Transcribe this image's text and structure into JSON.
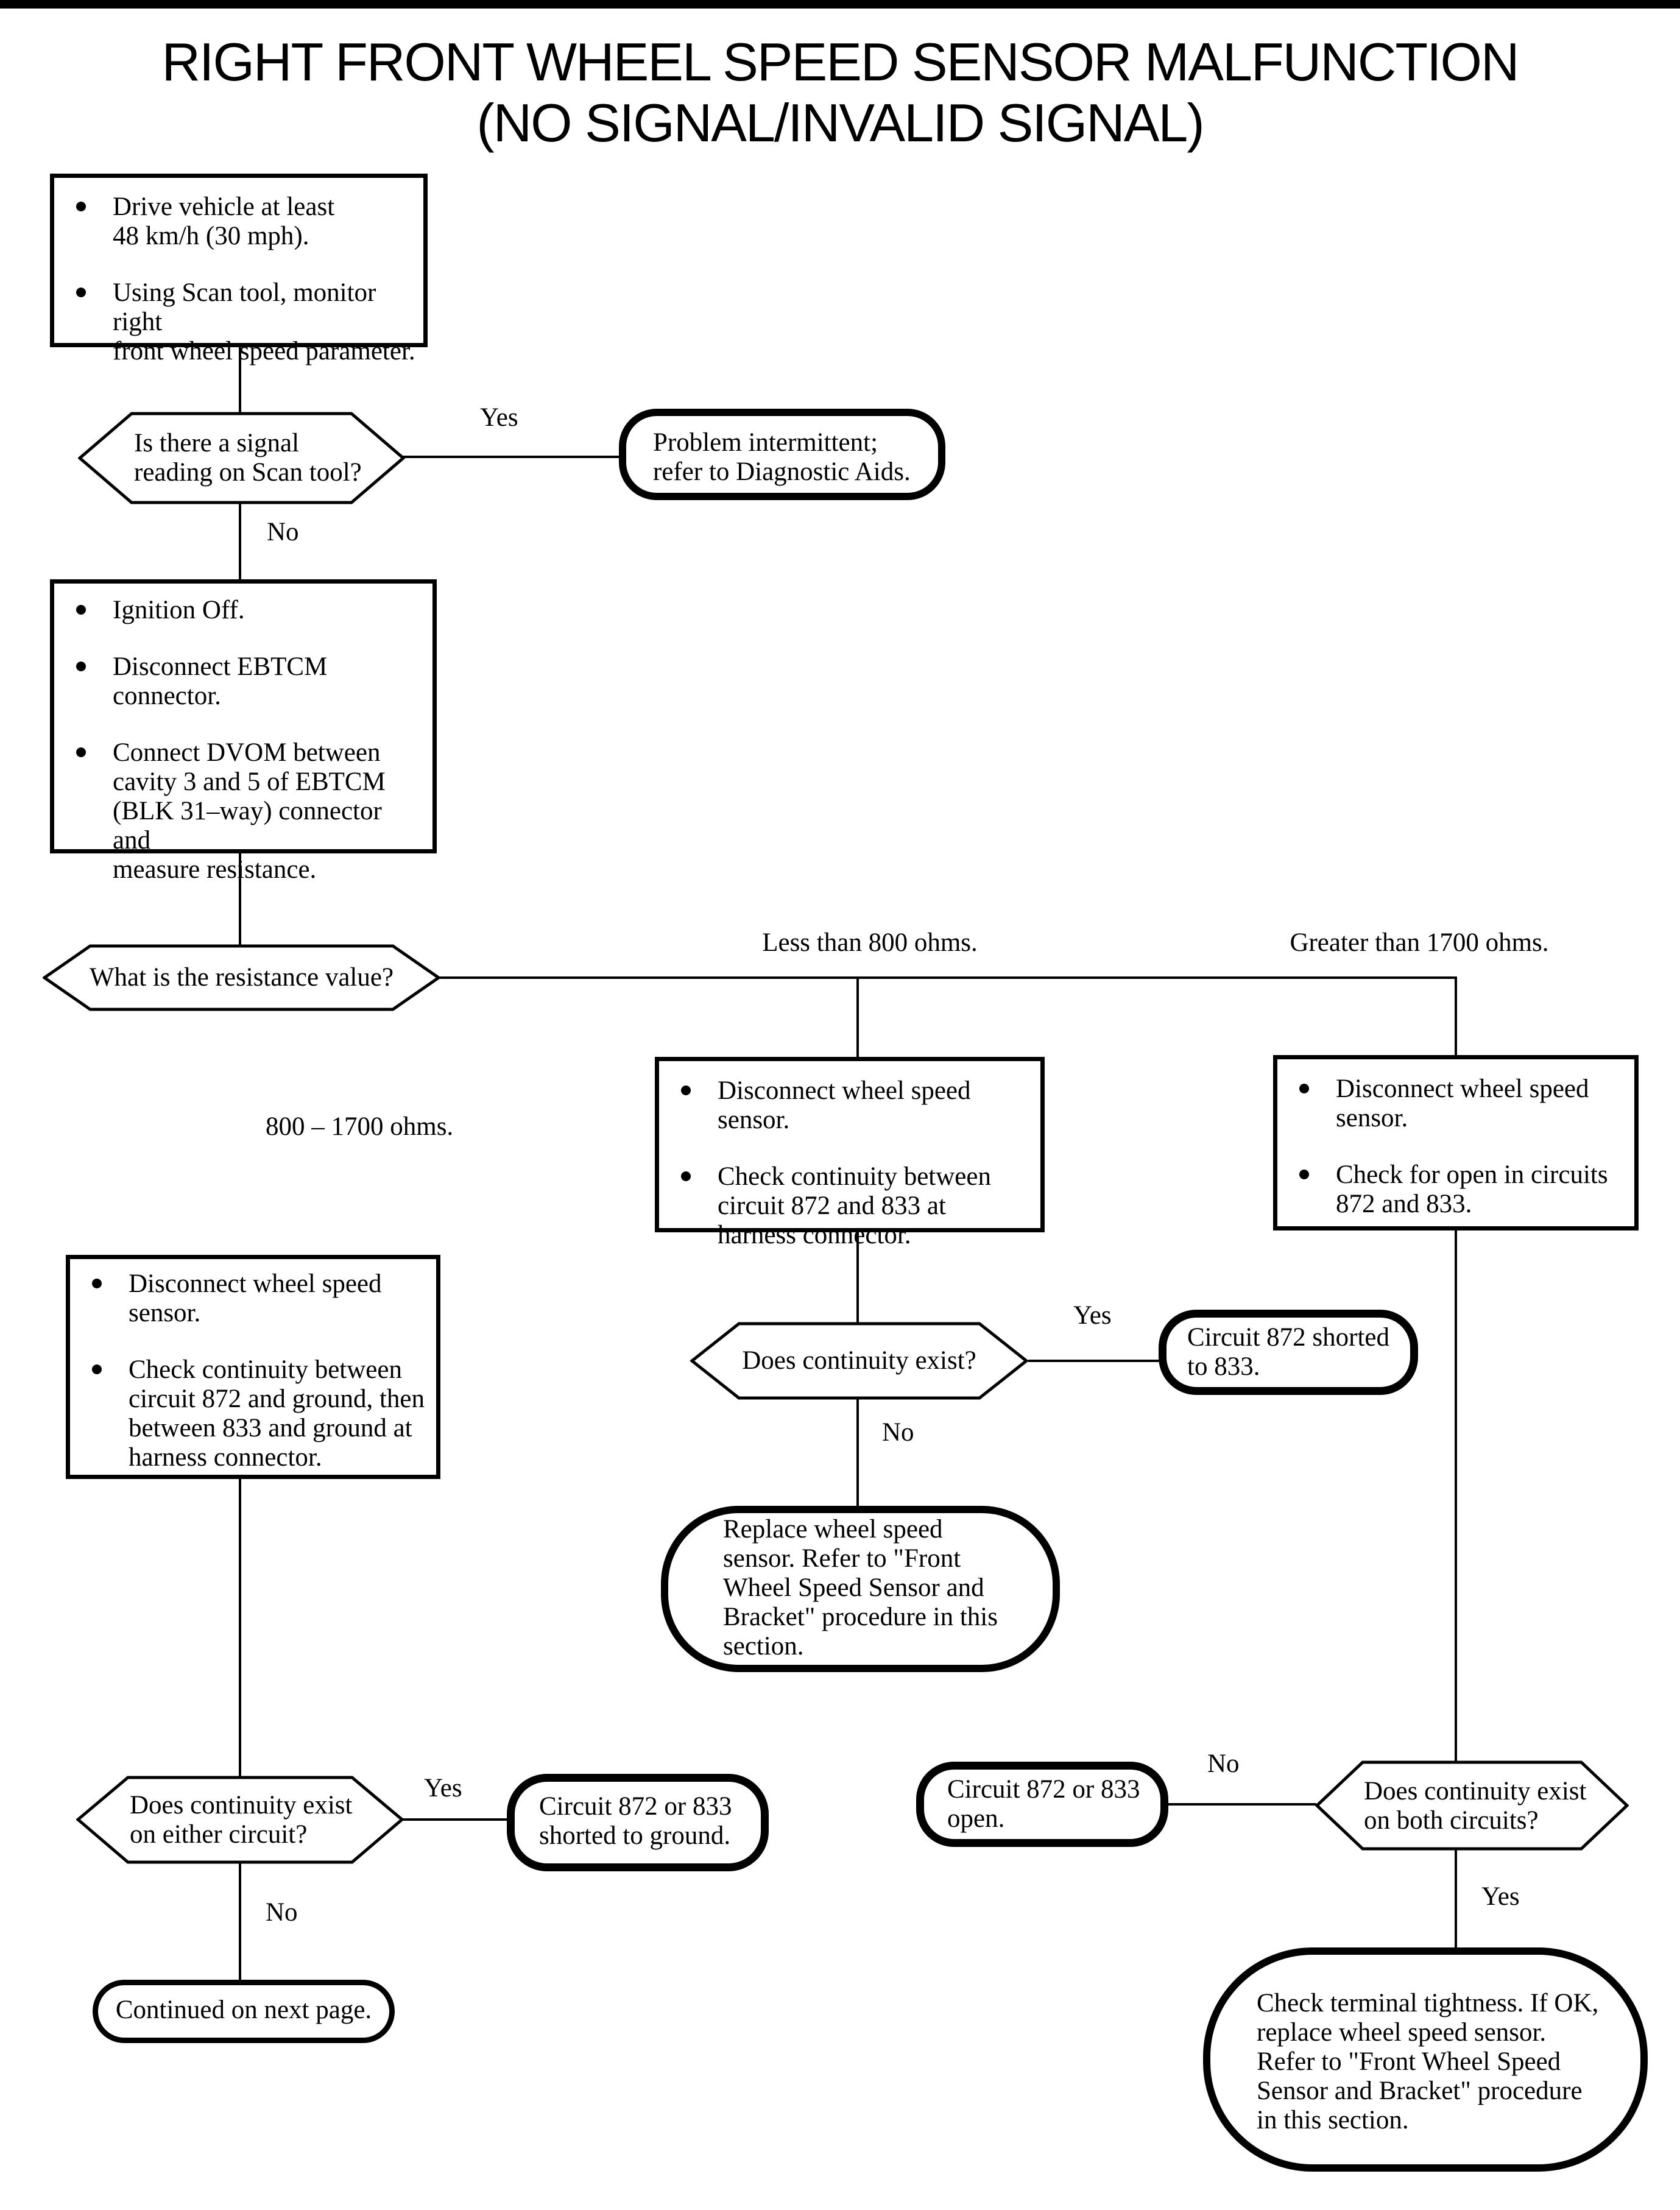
{
  "title": "RIGHT FRONT WHEEL SPEED SENSOR MALFUNCTION\n(NO SIGNAL/INVALID SIGNAL)",
  "nodes": {
    "start": {
      "bullets": [
        "Drive vehicle at least\n48 km/h (30 mph).",
        "Using Scan tool, monitor right\nfront wheel speed parameter."
      ]
    },
    "q_signal": {
      "text": "Is there a signal\nreading on Scan tool?",
      "yes": "Yes",
      "no": "No"
    },
    "intermittent": {
      "text": "Problem intermittent;\nrefer to Diagnostic Aids."
    },
    "ignition": {
      "bullets": [
        "Ignition Off.",
        "Disconnect EBTCM\nconnector.",
        "Connect DVOM between\ncavity 3 and 5 of EBTCM\n(BLK 31–way) connector and\nmeasure resistance."
      ]
    },
    "q_resistance": {
      "text": "What is the resistance value?",
      "branch_less": "Less than 800 ohms.",
      "branch_mid": "800 – 1700 ohms.",
      "branch_greater": "Greater than 1700 ohms."
    },
    "check_continuity": {
      "bullets": [
        "Disconnect wheel speed sensor.",
        "Check continuity between\ncircuit  872 and 833 at\nharness connector."
      ]
    },
    "check_open": {
      "bullets": [
        "Disconnect wheel speed\nsensor.",
        "Check for open in circuits\n872 and 833."
      ]
    },
    "ground_check": {
      "bullets": [
        "Disconnect wheel speed\nsensor.",
        "Check continuity between\ncircuit 872 and ground, then\nbetween 833 and ground at\nharness connector."
      ]
    },
    "q_continuity": {
      "text": "Does continuity exist?",
      "yes": "Yes",
      "no": "No"
    },
    "shorted_833": {
      "text": "Circuit 872 shorted\nto 833."
    },
    "replace_sensor": {
      "text": "Replace wheel speed\nsensor. Refer to \"Front\nWheel Speed Sensor and\nBracket\" procedure in this\nsection."
    },
    "q_either": {
      "text": "Does continuity exist\non either circuit?",
      "yes": "Yes",
      "no": "No"
    },
    "shorted_ground": {
      "text": "Circuit 872 or 833\nshorted to ground."
    },
    "continued": {
      "text": "Continued on next page."
    },
    "open_circuit": {
      "text": "Circuit 872 or 833\nopen."
    },
    "q_both": {
      "text": "Does continuity exist\non both circuits?",
      "yes": "Yes",
      "no": "No"
    },
    "check_terminal": {
      "text": "Check terminal tightness. If OK,\nreplace wheel speed sensor.\nRefer to \"Front Wheel Speed\nSensor and Bracket\" procedure\nin this section."
    }
  }
}
